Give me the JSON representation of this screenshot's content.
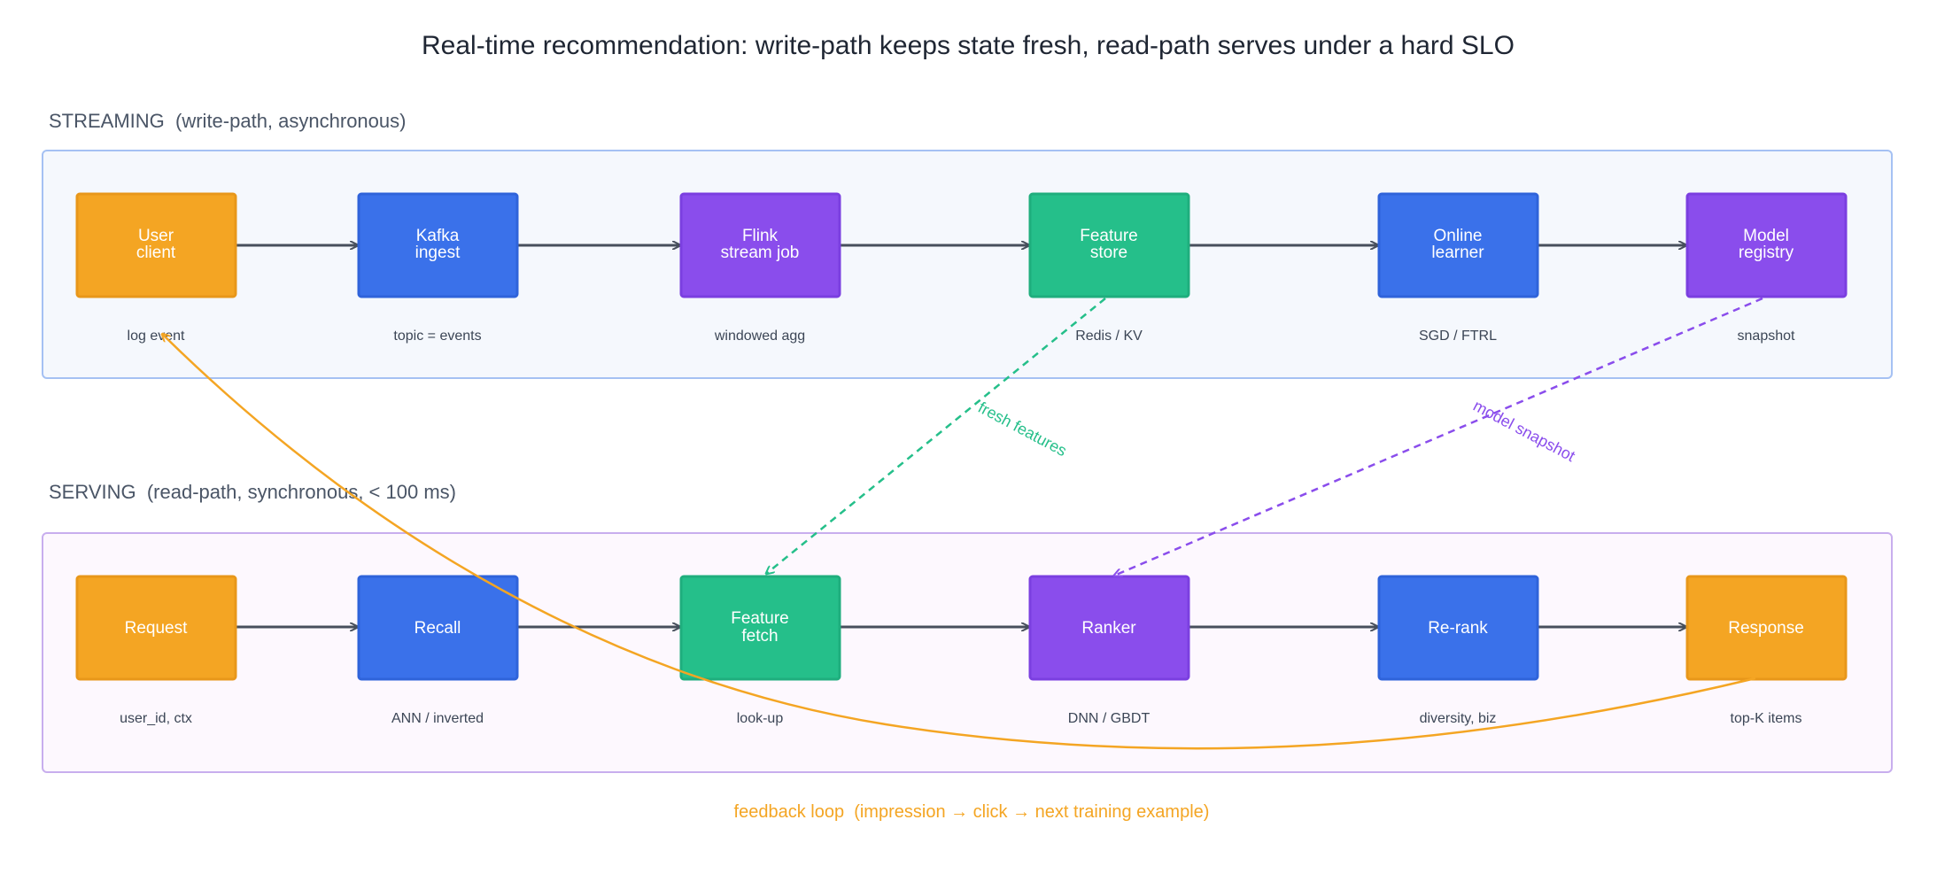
{
  "title": "Real-time recommendation: write-path keeps state fresh, read-path serves under a hard SLO",
  "colors": {
    "orange": "#F4A523",
    "orange_stroke": "#E8971A",
    "blue": "#3A71EA",
    "blue_stroke": "#2F63DA",
    "purple": "#8A4DEC",
    "purple_stroke": "#7B3FE0",
    "green": "#25BF8A",
    "green_stroke": "#1FAE7D",
    "streaming_fill": "#F5F8FD",
    "streaming_border": "#A5C1F3",
    "serving_fill": "#FDF8FE",
    "serving_border": "#C8AEEE",
    "arrow": "#474F5C",
    "feedback": "#F4A523"
  },
  "lanes": {
    "streaming": {
      "label": "STREAMING  (write-path, asynchronous)",
      "nodes": [
        {
          "id": "user_client",
          "lines": [
            "User",
            "client"
          ],
          "sub": "log event",
          "color": "orange"
        },
        {
          "id": "kafka_ingest",
          "lines": [
            "Kafka",
            "ingest"
          ],
          "sub": "topic = events",
          "color": "blue"
        },
        {
          "id": "flink_stream_job",
          "lines": [
            "Flink",
            "stream job"
          ],
          "sub": "windowed agg",
          "color": "purple"
        },
        {
          "id": "feature_store",
          "lines": [
            "Feature",
            "store"
          ],
          "sub": "Redis / KV",
          "color": "green"
        },
        {
          "id": "online_learner",
          "lines": [
            "Online",
            "learner"
          ],
          "sub": "SGD / FTRL",
          "color": "blue"
        },
        {
          "id": "model_registry",
          "lines": [
            "Model",
            "registry"
          ],
          "sub": "snapshot",
          "color": "purple"
        }
      ]
    },
    "serving": {
      "label": "SERVING  (read-path, synchronous, < 100 ms)",
      "nodes": [
        {
          "id": "request",
          "lines": [
            "Request"
          ],
          "sub": "user_id, ctx",
          "color": "orange"
        },
        {
          "id": "recall",
          "lines": [
            "Recall"
          ],
          "sub": "ANN / inverted",
          "color": "blue"
        },
        {
          "id": "feature_fetch",
          "lines": [
            "Feature",
            "fetch"
          ],
          "sub": "look-up",
          "color": "green"
        },
        {
          "id": "ranker",
          "lines": [
            "Ranker"
          ],
          "sub": "DNN / GBDT",
          "color": "purple"
        },
        {
          "id": "re_rank",
          "lines": [
            "Re-rank"
          ],
          "sub": "diversity, biz",
          "color": "blue"
        },
        {
          "id": "response",
          "lines": [
            "Response"
          ],
          "sub": "top-K items",
          "color": "orange"
        }
      ]
    }
  },
  "cross_links": {
    "fresh_features": {
      "label": "fresh features",
      "from": "feature_store",
      "to": "feature_fetch",
      "color": "green"
    },
    "model_snapshot": {
      "label": "model snapshot",
      "from": "model_registry",
      "to": "ranker",
      "color": "purple"
    }
  },
  "feedback": {
    "label": "feedback loop  (impression → click → next training example)",
    "from": "response",
    "to": "user_client"
  }
}
